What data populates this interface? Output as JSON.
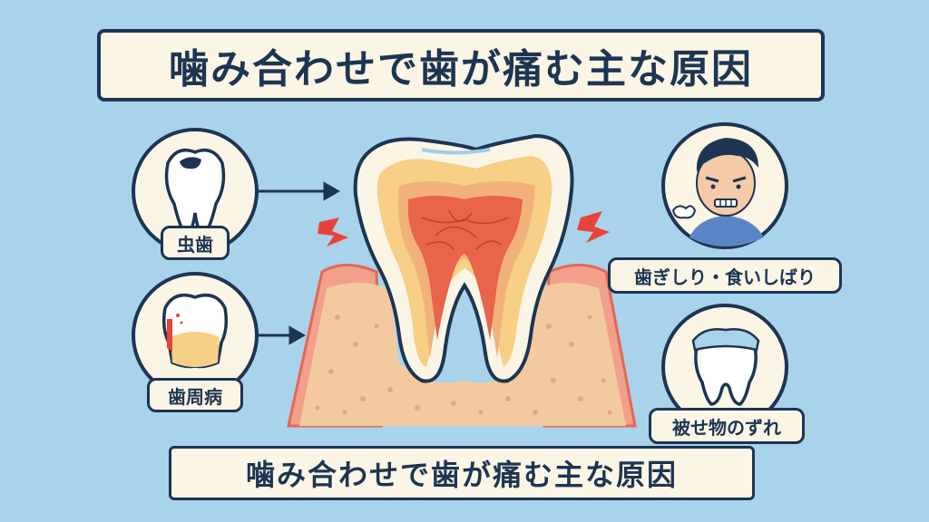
{
  "title": "噛み合わせで歯が痛む主な原因",
  "subtitle": "噛み合わせで歯が痛む主な原因",
  "causes": {
    "caries": "虫歯",
    "periodontal": "歯周病",
    "grinding": "歯ぎしり・食いしばり",
    "crown_misfit": "被せ物のずれ"
  },
  "colors": {
    "background": "#a9d3ea",
    "ink": "#1d3552",
    "panel": "#fbf5e6",
    "gum": "#f2a08c",
    "bone": "#f3caa0",
    "dentin": "#f7cf86",
    "pulp": "#e8644a",
    "alert": "#e8423a"
  },
  "icons": [
    "tooth-cavity-icon",
    "tooth-periodontal-icon",
    "pain-spark-icon",
    "grimacing-person-icon",
    "tooth-crown-icon"
  ]
}
